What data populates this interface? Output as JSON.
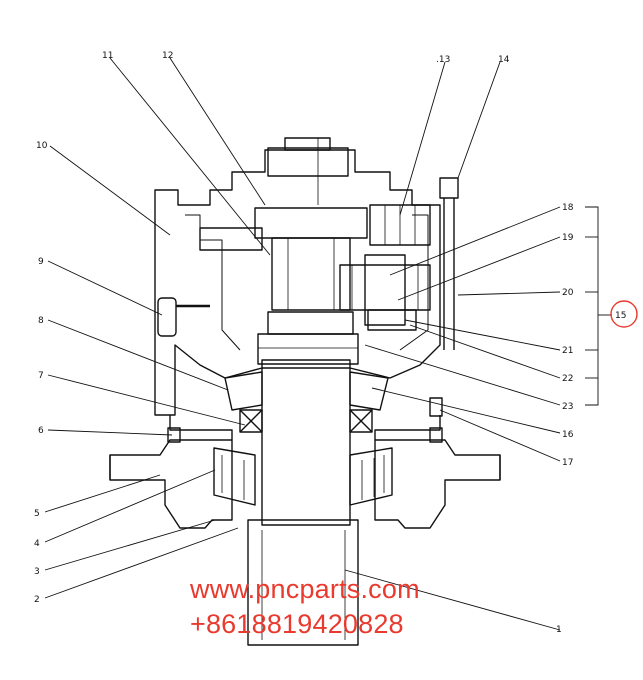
{
  "callouts": [
    "1",
    "2",
    "3",
    "4",
    "5",
    "6",
    "7",
    "8",
    "9",
    "10",
    "11",
    "12",
    ".13",
    "14",
    "15",
    "16",
    "17",
    "18",
    "19",
    "20",
    "21",
    "22",
    "23"
  ],
  "watermark": {
    "site": "www.pncparts.com",
    "phone": "+8618819420828",
    "color": "#e83a2e"
  },
  "colors": {
    "line": "#111111",
    "highlight_circle": "#e83a2e"
  }
}
